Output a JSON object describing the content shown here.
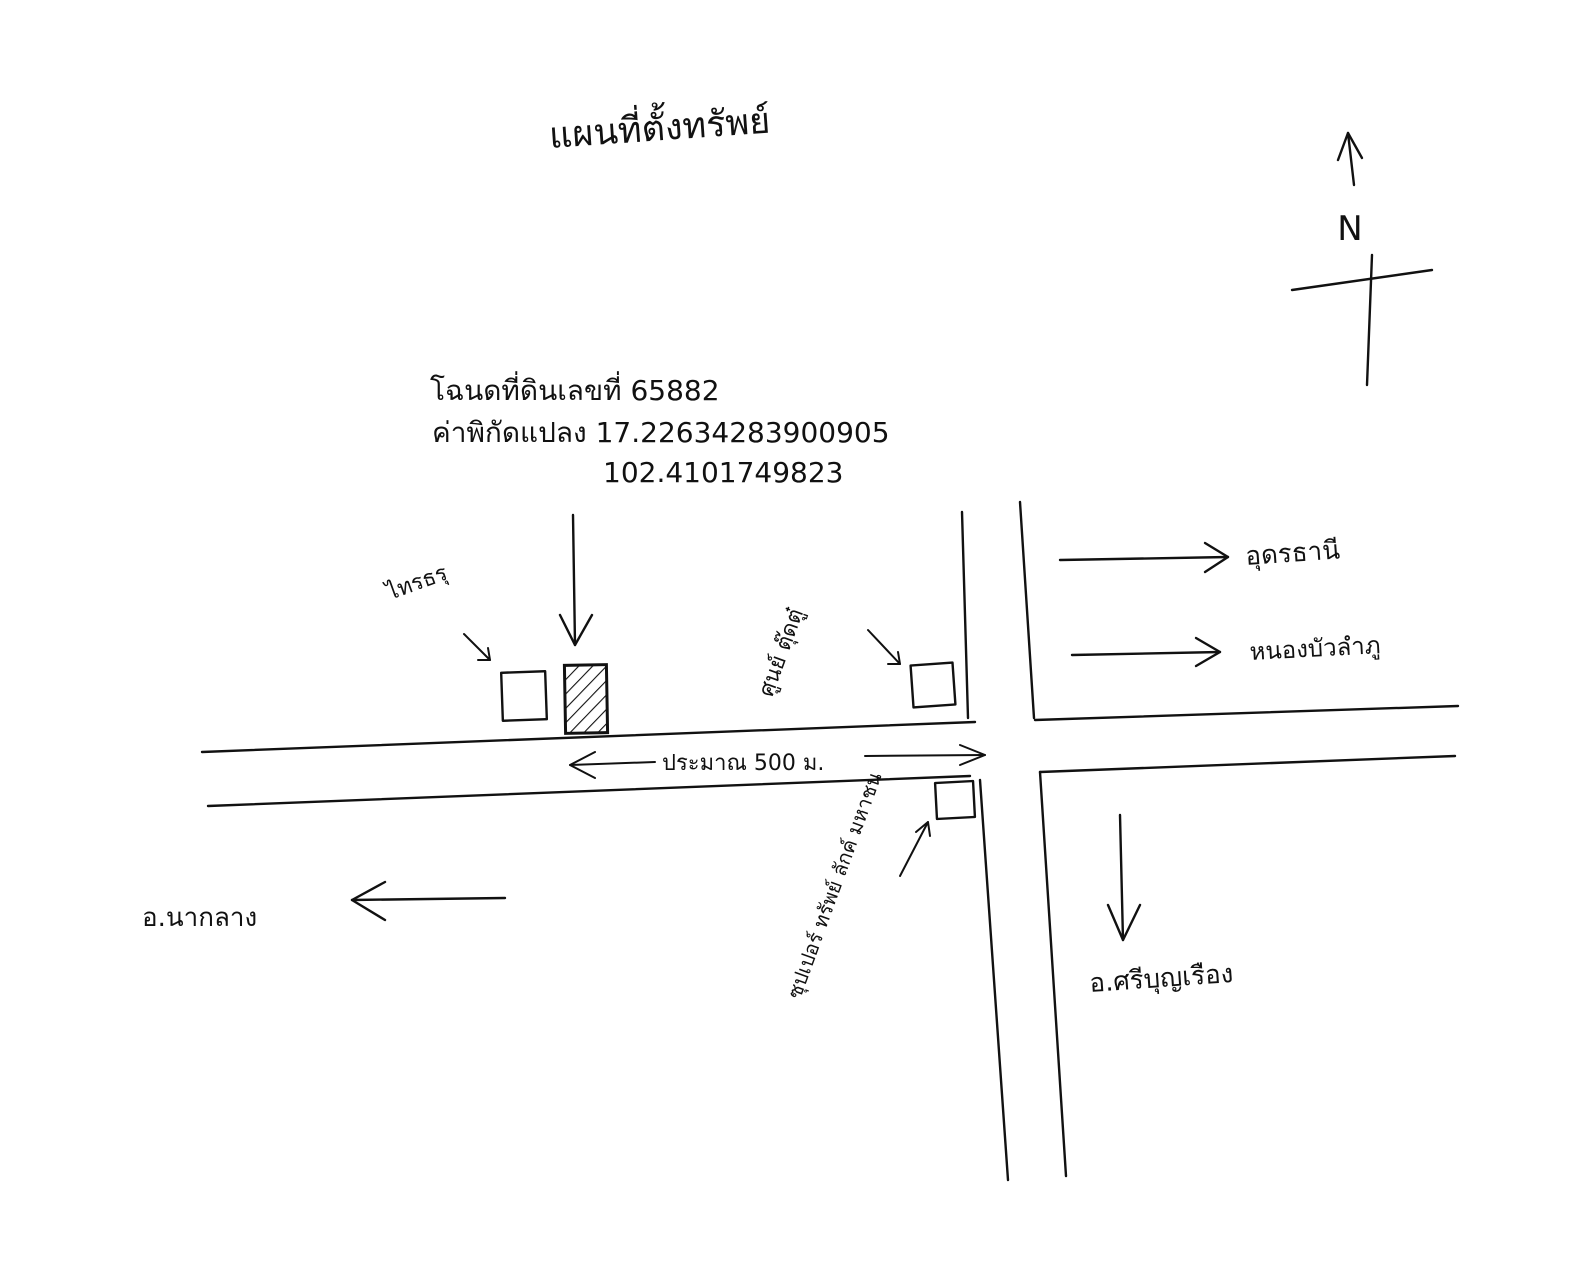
{
  "title": "แผนที่ตั้งทรัพย์",
  "compass": {
    "label": "N",
    "icon": "north-arrow-icon"
  },
  "deed": {
    "line1": "โฉนดที่ดินเลขที่ 65882",
    "line2": "ค่าพิกัดแปลง 17.22634283900905",
    "line3": "102.4101749823"
  },
  "landmarks": {
    "left_building": "ไทรธรุ",
    "center_right": "ศูนย์ ตุ๊ดตู๋",
    "corner_store": "ซุปเปอร์ ทรัพย์ ลักค์ มหาชน"
  },
  "distance": "ประมาณ 500 ม.",
  "directions": {
    "east_upper": "อุดรธานี",
    "east_lower": "หนองบัวลำภู",
    "west": "อ.นากลาง",
    "south": "อ.ศรีบุญเรือง"
  },
  "colors": {
    "ink": "#111111",
    "paper": "#ffffff"
  }
}
